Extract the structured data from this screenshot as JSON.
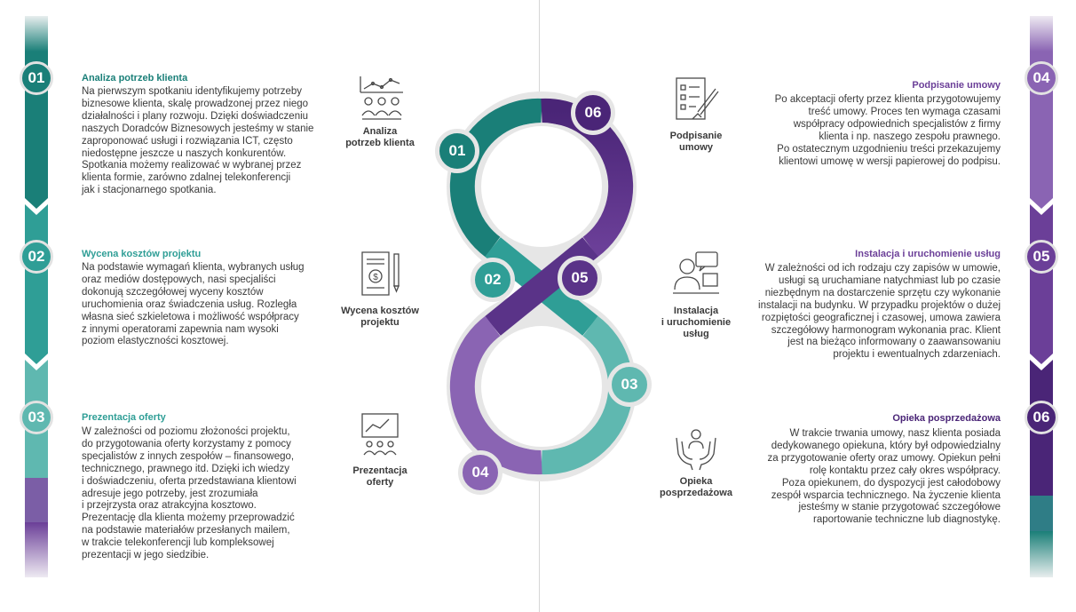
{
  "colors": {
    "teal_dark": "#1a7f78",
    "teal": "#2f9e96",
    "teal_light": "#5fb8b0",
    "purple_dark": "#4a2577",
    "purple": "#6b3f98",
    "purple_light": "#8a64b3",
    "grey_ring": "#e6e6e6"
  },
  "left_steps": [
    {
      "number": "01",
      "title": "Analiza potrzeb klienta",
      "lines": [
        "Na pierwszym spotkaniu identyfikujemy potrzeby",
        "biznesowe klienta, skalę prowadzonej przez niego",
        "działalności i plany rozwoju. Dzięki doświadczeniu",
        "naszych Doradców Biznesowych jesteśmy w stanie",
        "zaproponować usługi i rozwiązania ICT, często",
        "niedostępne jeszcze u naszych konkurentów.",
        "Spotkania możemy realizować w wybranej przez",
        "klienta formie, zarówno zdalnej telekonferencji",
        "jak i stacjonarnego spotkania."
      ],
      "icon_label": [
        "Analiza",
        "potrzeb klienta"
      ],
      "icon": "analysis-people-icon"
    },
    {
      "number": "02",
      "title": "Wycena kosztów projektu",
      "lines": [
        "Na podstawie wymagań klienta, wybranych usług",
        "oraz mediów dostępowych, nasi specjaliści",
        "dokonują szczegółowej wyceny kosztów",
        "uruchomienia oraz świadczenia usług. Rozległa",
        "własna sieć szkieletowa i możliwość współpracy",
        "z innymi operatorami zapewnia nam wysoki",
        "poziom elastyczności kosztowej."
      ],
      "icon_label": [
        "Wycena kosztów",
        "projektu"
      ],
      "icon": "invoice-pen-icon"
    },
    {
      "number": "03",
      "title": "Prezentacja oferty",
      "lines": [
        "W zależności od poziomu złożoności projektu,",
        "do przygotowania oferty korzystamy z pomocy",
        "specjalistów z innych zespołów – finansowego,",
        "technicznego, prawnego itd. Dzięki ich wiedzy",
        "i doświadczeniu, oferta przedstawiana klientowi",
        "adresuje jego potrzeby, jest zrozumiała",
        "i przejrzysta oraz atrakcyjna kosztowo.",
        "Prezentację dla klienta możemy przeprowadzić",
        "na podstawie materiałów przesłanych mailem,",
        "w trakcie telekonferencji lub kompleksowej",
        "prezentacji w jego siedzibie."
      ],
      "icon_label": [
        "Prezentacja",
        "oferty"
      ],
      "icon": "presentation-board-icon"
    }
  ],
  "right_steps": [
    {
      "number": "04",
      "title": "Podpisanie umowy",
      "lines": [
        "Po akceptacji oferty przez klienta przygotowujemy",
        "treść umowy. Proces ten wymaga czasami",
        "współpracy odpowiednich specjalistów z firmy",
        "klienta i np. naszego zespołu prawnego.",
        "Po ostatecznym uzgodnieniu treści przekazujemy",
        "klientowi umowę w wersji papierowej do podpisu."
      ],
      "icon_label": [
        "Podpisanie",
        "umowy"
      ],
      "icon": "contract-sign-icon"
    },
    {
      "number": "05",
      "title": "Instalacja i uruchomienie usług",
      "lines": [
        "W zależności od ich rodzaju czy zapisów w umowie,",
        "usługi są uruchamiane natychmiast lub po czasie",
        "niezbędnym na dostarczenie sprzętu czy wykonanie",
        "instalacji na budynku. W przypadku projektów o dużej",
        "rozpiętości geograficznej i czasowej, umowa zawiera",
        "szczegółowy harmonogram wykonania prac. Klient",
        "jest na bieżąco informowany o zaawansowaniu",
        "projektu i ewentualnych zdarzeniach."
      ],
      "icon_label": [
        "Instalacja",
        "i uruchomienie",
        "usług"
      ],
      "icon": "installation-worker-icon"
    },
    {
      "number": "06",
      "title": "Opieka posprzedażowa",
      "lines": [
        "W trakcie trwania umowy, nasz klienta posiada",
        "dedykowanego opiekuna, który był odpowiedzialny",
        "za przygotowanie oferty oraz umowy. Opiekun pełni",
        "rolę kontaktu przez cały okres współpracy.",
        "Poza opiekunem, do dyspozycji jest całodobowy",
        "zespół wsparcia technicznego. Na życzenie klienta",
        "jesteśmy w stanie przygotować szczegółowe",
        "raportowanie techniczne lub diagnostykę."
      ],
      "icon_label": [
        "Opieka",
        "posprzedażowa"
      ],
      "icon": "care-hands-icon"
    }
  ],
  "loop_numbers": [
    "01",
    "02",
    "03",
    "04",
    "05",
    "06"
  ]
}
